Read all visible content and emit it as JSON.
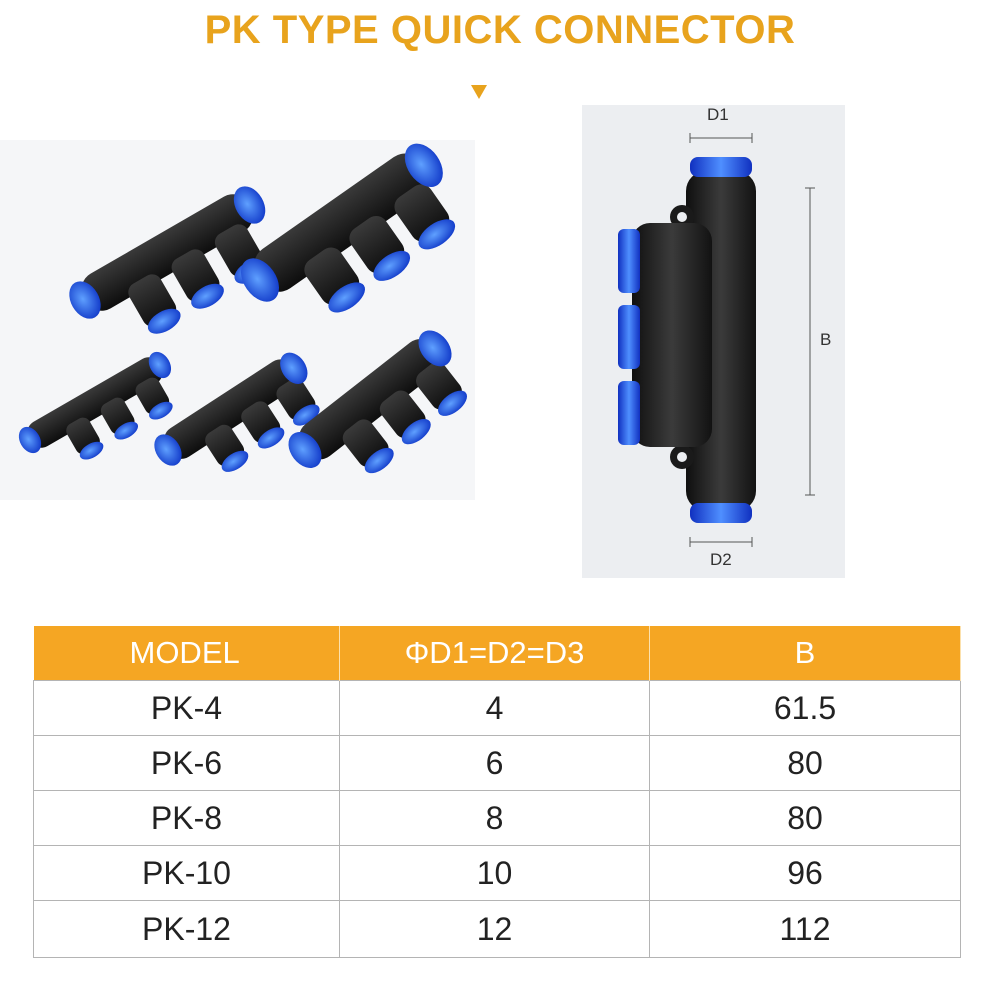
{
  "header": {
    "title": "PK TYPE QUICK CONNECTOR",
    "title_color": "#e8a31d"
  },
  "diagram": {
    "label_top": "D1",
    "label_side": "B",
    "label_bottom": "D2"
  },
  "table": {
    "header_color": "#f5a623",
    "columns": [
      "MODEL",
      "ΦD1=D2=D3",
      "B"
    ],
    "rows": [
      [
        "PK-4",
        "4",
        "61.5"
      ],
      [
        "PK-6",
        "6",
        "80"
      ],
      [
        "PK-8",
        "8",
        "80"
      ],
      [
        "PK-10",
        "10",
        "96"
      ],
      [
        "PK-12",
        "12",
        "112"
      ]
    ]
  },
  "icons": {
    "arrow": "triangle-down-icon"
  }
}
